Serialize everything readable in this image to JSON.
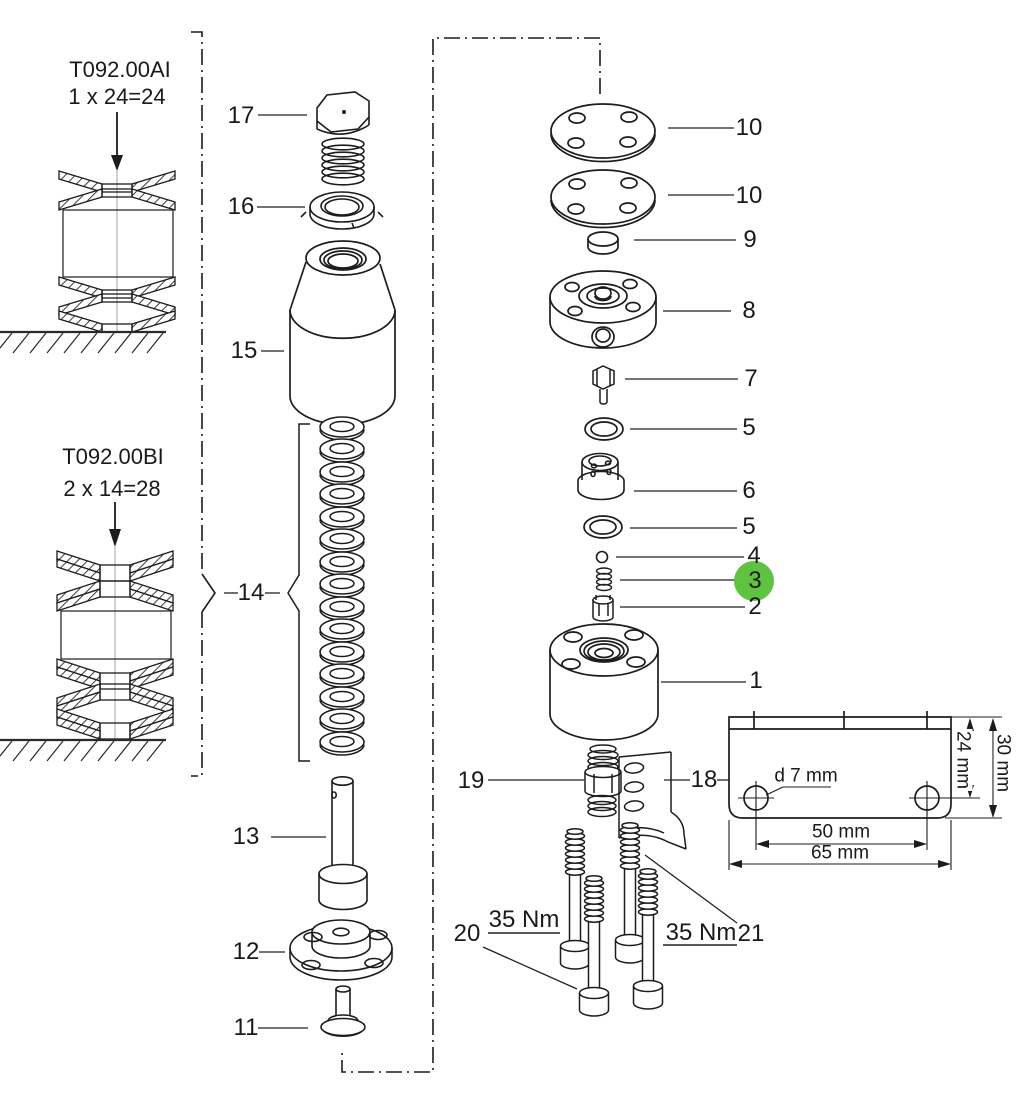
{
  "insets": {
    "top": {
      "code": "T092.00AI",
      "formula": "1 x 24=24"
    },
    "bottom": {
      "code": "T092.00BI",
      "formula": "2 x 14=28"
    }
  },
  "parts": {
    "1": "1",
    "2": "2",
    "3": "3",
    "4": "4",
    "5": "5",
    "6": "6",
    "7": "7",
    "8": "8",
    "9": "9",
    "10": "10",
    "11": "11",
    "12": "12",
    "13": "13",
    "14": "14",
    "15": "15",
    "16": "16",
    "17": "17",
    "18": "18",
    "19": "19",
    "20": "20",
    "21": "21"
  },
  "torque": "35 Nm",
  "dims": {
    "hole": "d 7 mm",
    "h24": "24 mm",
    "h30": "30 mm",
    "w50": "50 mm",
    "w65": "65 mm"
  },
  "highlight": {
    "part": "3",
    "color": "#60c241"
  }
}
